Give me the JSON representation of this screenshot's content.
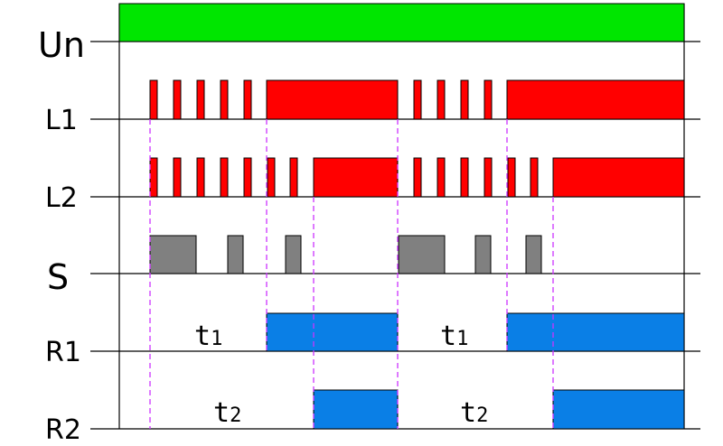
{
  "diagram": {
    "rows": [
      {
        "id": "un",
        "label": "Un"
      },
      {
        "id": "l1",
        "label": "L1"
      },
      {
        "id": "l2",
        "label": "L2"
      },
      {
        "id": "s",
        "label": "S"
      },
      {
        "id": "r1",
        "label": "R1"
      },
      {
        "id": "r2",
        "label": "R2"
      }
    ],
    "timers": [
      {
        "id": "t1-a",
        "base": "t",
        "sub": "1"
      },
      {
        "id": "t1-b",
        "base": "t",
        "sub": "1"
      },
      {
        "id": "t2-a",
        "base": "t",
        "sub": "2"
      },
      {
        "id": "t2-b",
        "base": "t",
        "sub": "2"
      }
    ],
    "colors": {
      "supply": "#00e600",
      "led": "#ff0000",
      "switch": "#808080",
      "relay": "#0a7fe6",
      "marker": "#cc33ff",
      "line": "#000000"
    }
  }
}
